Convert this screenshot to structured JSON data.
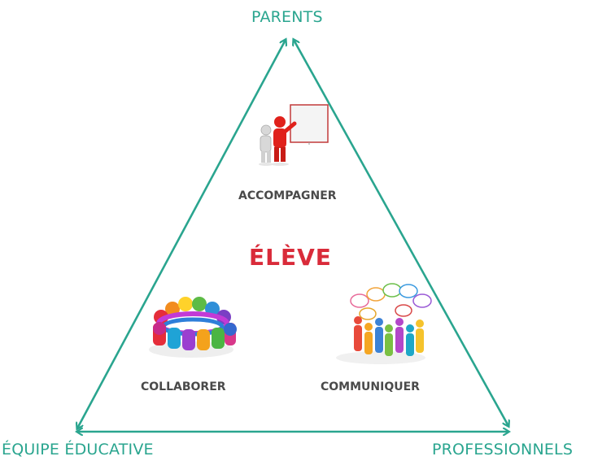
{
  "corners": {
    "top": "PARENTS",
    "left": "ÉQUIPE ÉDUCATIVE",
    "right": "PROFESSIONNELS"
  },
  "center": "ÉLÈVE",
  "activities": {
    "accompagner": "ACCOMPAGNER",
    "collaborer": "COLLABORER",
    "communiquer": "COMMUNIQUER"
  },
  "colors": {
    "arrow": "#2aa58f",
    "center_text": "#d92b3a",
    "activity_text": "#4a4a4a"
  },
  "icons": {
    "accompagner": "presenter-whiteboard-icon",
    "collaborer": "team-circle-icon",
    "communiquer": "speech-bubbles-group-icon"
  }
}
